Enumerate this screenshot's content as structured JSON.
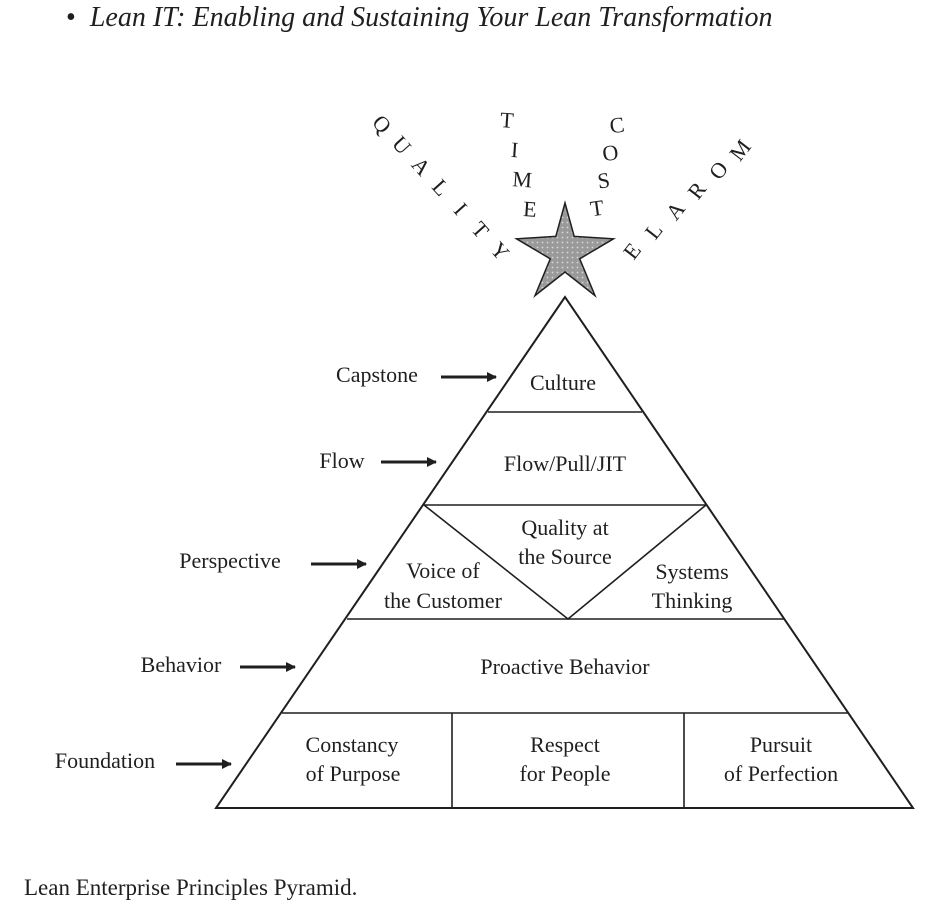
{
  "heading": {
    "bullet": "•",
    "title": "Lean IT: Enabling and Sustaining Your Lean Transformation"
  },
  "goals": {
    "quality": [
      "Q",
      "U",
      "A",
      "L",
      "I",
      "T",
      "Y"
    ],
    "time": [
      "T",
      "I",
      "M",
      "E"
    ],
    "cost": [
      "C",
      "O",
      "S",
      "T"
    ],
    "morale": [
      "M",
      "O",
      "R",
      "A",
      "L",
      "E"
    ]
  },
  "side_labels": {
    "capstone": "Capstone",
    "flow": "Flow",
    "perspective": "Perspective",
    "behavior": "Behavior",
    "foundation": "Foundation"
  },
  "pyramid": {
    "culture": "Culture",
    "flow_pull_jit": "Flow/Pull/JIT",
    "quality_source": [
      "Quality at",
      "the Source"
    ],
    "voice_customer": [
      "Voice of",
      "the Customer"
    ],
    "systems_thinking": [
      "Systems",
      "Thinking"
    ],
    "proactive_behavior": "Proactive Behavior",
    "constancy": [
      "Constancy",
      "of Purpose"
    ],
    "respect": [
      "Respect",
      "for People"
    ],
    "pursuit": [
      "Pursuit",
      "of Perfection"
    ]
  },
  "caption": "Lean Enterprise Principles Pyramid."
}
